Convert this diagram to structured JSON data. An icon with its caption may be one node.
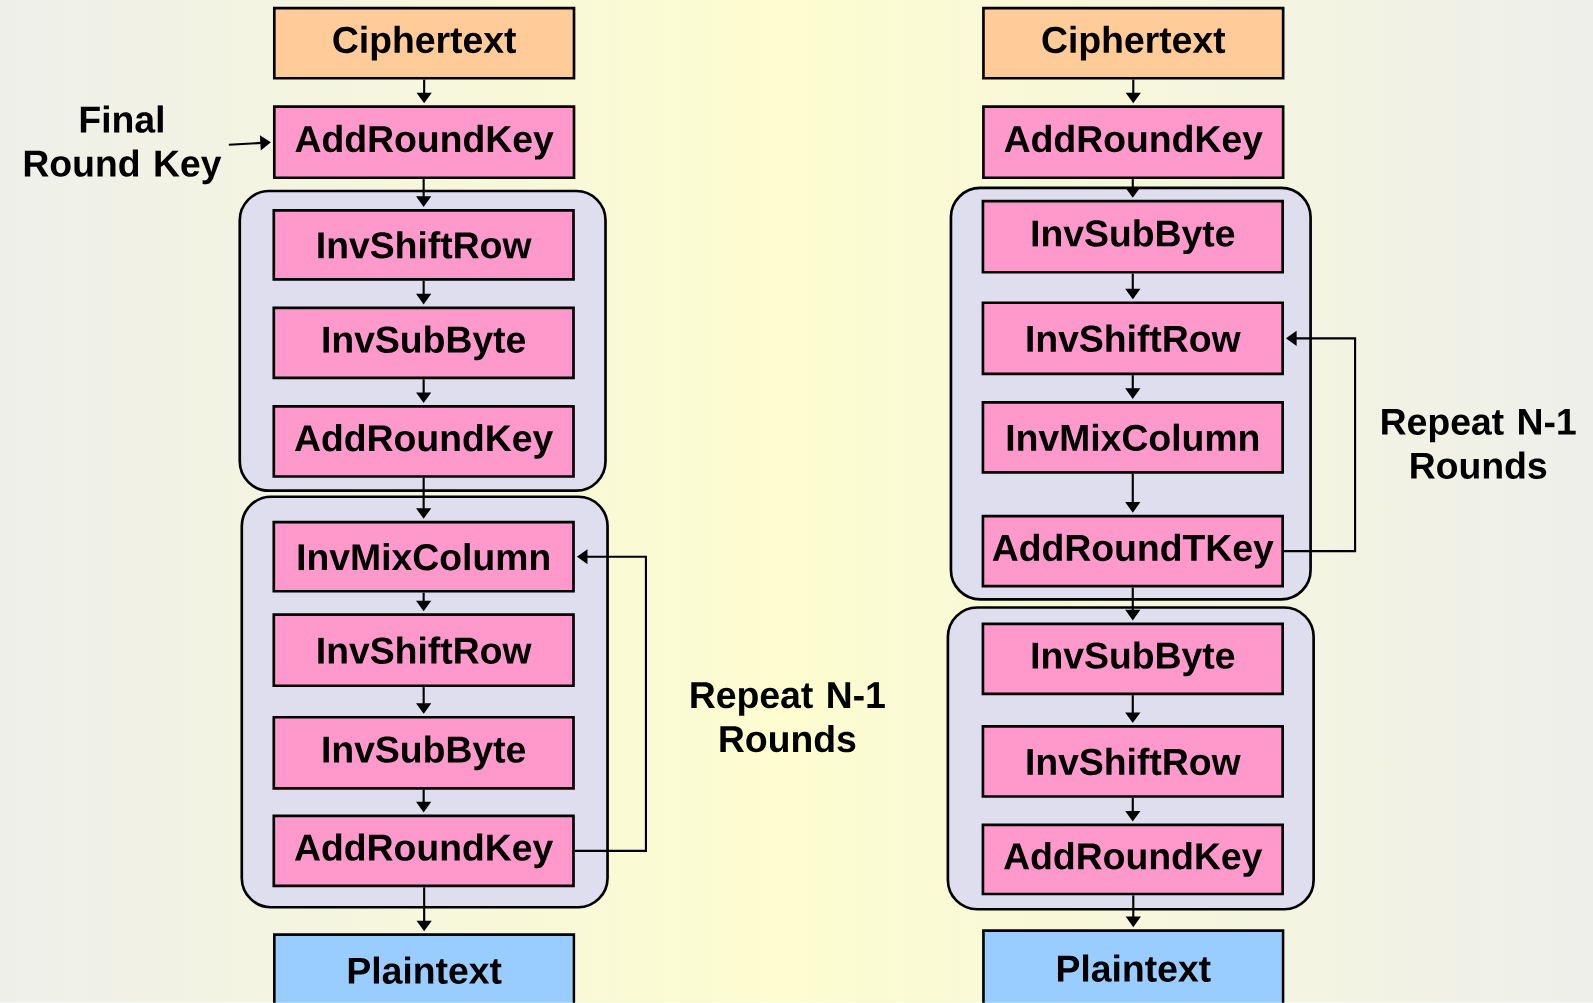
{
  "diagram": {
    "nodes": [
      {
        "text": [
          "Ciphertext"
        ]
      },
      {
        "text": [
          "AddRoundKey"
        ]
      },
      {
        "text": [],
        "shape": "box"
      },
      {
        "text": [
          "InvShiftRow"
        ],
        "in": 2
      },
      {
        "text": [
          "InvSubByte"
        ],
        "in": 2
      },
      {
        "text": [
          "AddRoundKey"
        ],
        "in": 2
      },
      {
        "text": [],
        "shape": "box"
      },
      {
        "text": [
          "InvMixColumn"
        ],
        "in": 6
      },
      {
        "text": [
          "InvShiftRow"
        ],
        "in": 6
      },
      {
        "text": [
          "InvSubByte"
        ],
        "in": 6
      },
      {
        "text": [
          "AddRoundKey"
        ],
        "in": 6
      },
      {
        "text": [
          "Plaintext"
        ]
      },
      {
        "text": [
          "Final Round Key"
        ]
      },
      {
        "text": [
          "Ciphertext"
        ]
      },
      {
        "text": [
          "AddRoundKey"
        ]
      },
      {
        "text": [],
        "shape": "box"
      },
      {
        "text": [
          "InvSubByte"
        ],
        "in": 15
      },
      {
        "text": [
          "InvShiftRow"
        ],
        "in": 15
      },
      {
        "text": [
          "InvMixColumn"
        ],
        "in": 15
      },
      {
        "text": [
          "AddRoundTKey"
        ],
        "in": 15
      },
      {
        "text": [],
        "shape": "box"
      },
      {
        "text": [
          "InvSubByte"
        ],
        "in": 20
      },
      {
        "text": [
          "InvShiftRow"
        ],
        "in": 20
      },
      {
        "text": [
          "AddRoundKey"
        ],
        "in": 20
      },
      {
        "text": [
          "Plaintext"
        ]
      }
    ],
    "edges": [
      {
        "from": 0,
        "to": 1,
        "arrow": "to"
      },
      {
        "from": 12,
        "to": 1,
        "arrow": "to"
      },
      {
        "from": 1,
        "to": 3,
        "arrow": "to"
      },
      {
        "from": 3,
        "to": 4,
        "arrow": "to"
      },
      {
        "from": 4,
        "to": 5,
        "arrow": "to"
      },
      {
        "from": 5,
        "to": 7,
        "arrow": "to"
      },
      {
        "from": 7,
        "to": 8,
        "arrow": "to"
      },
      {
        "from": 8,
        "to": 9,
        "arrow": "to"
      },
      {
        "from": 9,
        "to": 10,
        "arrow": "to"
      },
      {
        "from": 10,
        "to": 11,
        "arrow": "to"
      },
      {
        "from": 10,
        "to": 7,
        "arrow": "to"
      },
      {
        "from": 13,
        "to": 14,
        "arrow": "to"
      },
      {
        "from": 14,
        "to": 16,
        "arrow": "to"
      },
      {
        "from": 16,
        "to": 17,
        "arrow": "to"
      },
      {
        "from": 17,
        "to": 18,
        "arrow": "to"
      },
      {
        "from": 18,
        "to": 19,
        "arrow": "to"
      },
      {
        "from": 19,
        "to": 21,
        "arrow": "to"
      },
      {
        "from": 21,
        "to": 22,
        "arrow": "to"
      },
      {
        "from": 22,
        "to": 23,
        "arrow": "to"
      },
      {
        "from": 23,
        "to": 24,
        "arrow": "to"
      },
      {
        "from": 19,
        "to": 17,
        "arrow": "to"
      }
    ],
    "labels": [
      "Repeat N-1 Rounds",
      "Repeat N-1 Rounds"
    ]
  }
}
